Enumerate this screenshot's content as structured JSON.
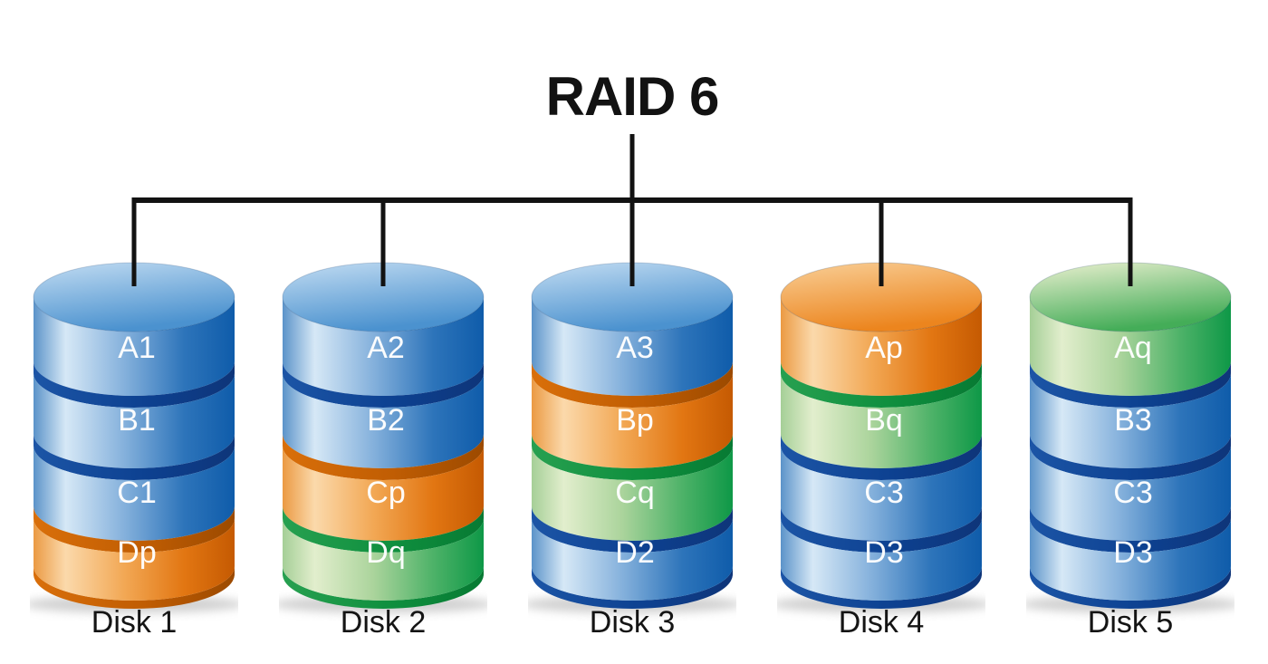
{
  "title": "RAID 6",
  "line_color": "#121212",
  "label_text_color": "#ffffff",
  "caption_text_color": "#141414",
  "palette": {
    "blue": {
      "top": [
        "#c2dcf2",
        "#4b92cf"
      ],
      "body": [
        "#5b93c9",
        "#d6e8f6",
        "#85b1dc",
        "#2d74ba",
        "#0f5caa"
      ],
      "rim": [
        "#1c55a6",
        "#0d4191",
        "#0e3579"
      ]
    },
    "orange": {
      "top": [
        "#f9cf97",
        "#ec851e"
      ],
      "body": [
        "#eb9a43",
        "#fbd9ab",
        "#f2a855",
        "#e27612",
        "#c55a02"
      ],
      "rim": [
        "#d96f0a",
        "#c05d03",
        "#9c4a00"
      ]
    },
    "green": {
      "top": [
        "#ebf0d0",
        "#44ad58"
      ],
      "body": [
        "#a5cf97",
        "#e2eecd",
        "#abd49c",
        "#4db268",
        "#0e9847"
      ],
      "rim": [
        "#27a050",
        "#0f8f3e",
        "#077a33"
      ]
    }
  },
  "disks": [
    {
      "label": "Disk 1",
      "segments": [
        {
          "text": "A1",
          "color": "blue"
        },
        {
          "text": "B1",
          "color": "blue"
        },
        {
          "text": "C1",
          "color": "blue"
        },
        {
          "text": "Dp",
          "color": "orange"
        }
      ]
    },
    {
      "label": "Disk 2",
      "segments": [
        {
          "text": "A2",
          "color": "blue"
        },
        {
          "text": "B2",
          "color": "blue"
        },
        {
          "text": "Cp",
          "color": "orange"
        },
        {
          "text": "Dq",
          "color": "green"
        }
      ]
    },
    {
      "label": "Disk 3",
      "segments": [
        {
          "text": "A3",
          "color": "blue"
        },
        {
          "text": "Bp",
          "color": "orange"
        },
        {
          "text": "Cq",
          "color": "green"
        },
        {
          "text": "D2",
          "color": "blue"
        }
      ]
    },
    {
      "label": "Disk 4",
      "segments": [
        {
          "text": "Ap",
          "color": "orange"
        },
        {
          "text": "Bq",
          "color": "green"
        },
        {
          "text": "C3",
          "color": "blue"
        },
        {
          "text": "D3",
          "color": "blue"
        }
      ]
    },
    {
      "label": "Disk 5",
      "segments": [
        {
          "text": "Aq",
          "color": "green"
        },
        {
          "text": "B3",
          "color": "blue"
        },
        {
          "text": "C3",
          "color": "blue"
        },
        {
          "text": "D3",
          "color": "blue"
        }
      ]
    }
  ]
}
